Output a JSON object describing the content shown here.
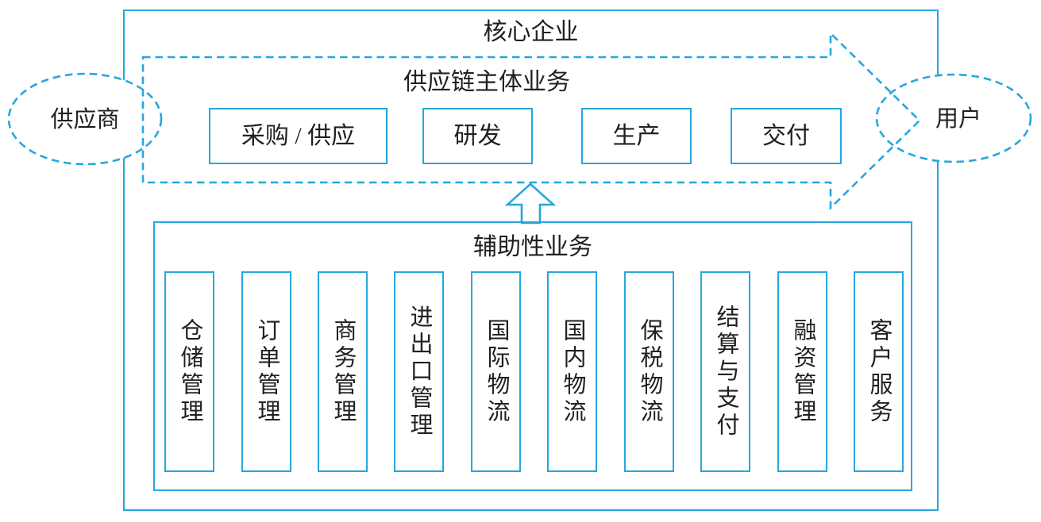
{
  "colors": {
    "line": "#27a6de",
    "ink": "#231f20",
    "background": "#ffffff"
  },
  "outer": {
    "title": "核心企业"
  },
  "supplier": {
    "label": "供应商"
  },
  "user": {
    "label": "用户"
  },
  "band": {
    "title": "供应链主体业务",
    "boxes": [
      {
        "label": "采购 / 供应"
      },
      {
        "label": "研发"
      },
      {
        "label": "生产"
      },
      {
        "label": "交付"
      }
    ]
  },
  "aux": {
    "title": "辅助性业务",
    "items": [
      {
        "label": "仓储管理"
      },
      {
        "label": "订单管理"
      },
      {
        "label": "商务管理"
      },
      {
        "label": "进出口管理"
      },
      {
        "label": "国际物流"
      },
      {
        "label": "国内物流"
      },
      {
        "label": "保税物流"
      },
      {
        "label": "结算与支付"
      },
      {
        "label": "融资管理"
      },
      {
        "label": "客户服务"
      }
    ]
  }
}
